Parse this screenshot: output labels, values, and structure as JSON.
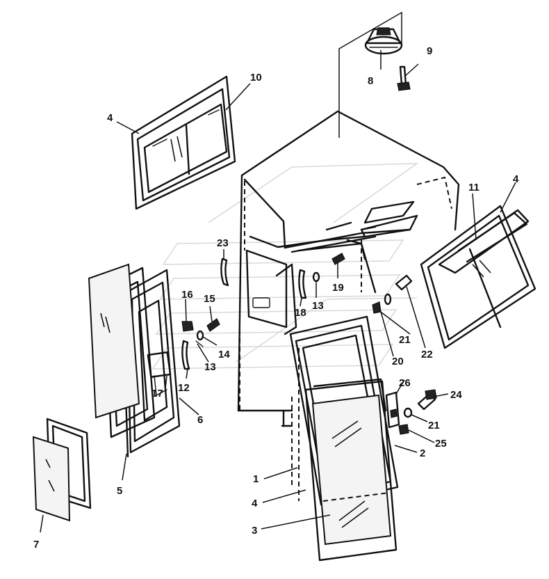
{
  "figure": {
    "callouts": [
      {
        "id": "c1",
        "text": "1"
      },
      {
        "id": "c2",
        "text": "2"
      },
      {
        "id": "c3",
        "text": "3"
      },
      {
        "id": "c4a",
        "text": "4"
      },
      {
        "id": "c4b",
        "text": "4"
      },
      {
        "id": "c4c",
        "text": "4"
      },
      {
        "id": "c5",
        "text": "5"
      },
      {
        "id": "c6",
        "text": "6"
      },
      {
        "id": "c7",
        "text": "7"
      },
      {
        "id": "c8",
        "text": "8"
      },
      {
        "id": "c9",
        "text": "9"
      },
      {
        "id": "c10",
        "text": "10"
      },
      {
        "id": "c11",
        "text": "11"
      },
      {
        "id": "c12",
        "text": "12"
      },
      {
        "id": "c13a",
        "text": "13"
      },
      {
        "id": "c13b",
        "text": "13"
      },
      {
        "id": "c14",
        "text": "14"
      },
      {
        "id": "c15",
        "text": "15"
      },
      {
        "id": "c16",
        "text": "16"
      },
      {
        "id": "c17",
        "text": "17"
      },
      {
        "id": "c18",
        "text": "18"
      },
      {
        "id": "c19",
        "text": "19"
      },
      {
        "id": "c20",
        "text": "20"
      },
      {
        "id": "c21a",
        "text": "21"
      },
      {
        "id": "c21b",
        "text": "21"
      },
      {
        "id": "c22",
        "text": "22"
      },
      {
        "id": "c23",
        "text": "23"
      },
      {
        "id": "c24",
        "text": "24"
      },
      {
        "id": "c25",
        "text": "25"
      },
      {
        "id": "c26",
        "text": "26"
      }
    ]
  }
}
